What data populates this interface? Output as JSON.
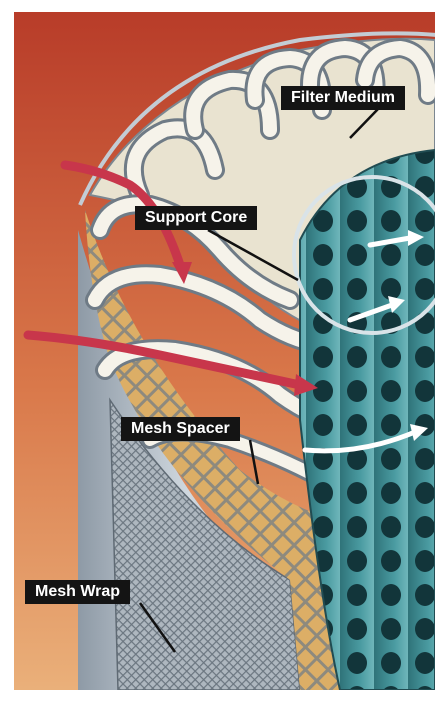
{
  "labels": {
    "filter_medium": "Filter Medium",
    "support_core": "Support Core",
    "mesh_spacer": "Mesh Spacer",
    "mesh_wrap": "Mesh Wrap"
  },
  "colors": {
    "background_top": "#c0452b",
    "background_bottom": "#e8a16a",
    "core": "#3f8f95",
    "core_hole": "#0f2a2e",
    "pleat_fill": "#f4f1e6",
    "pleat_edge": "#6e7b86",
    "mesh_fill": "#d4a25c",
    "shell": "#b9c3cc",
    "arrow_red": "#c8364b",
    "label_bg": "#141414",
    "label_text": "#ffffff"
  }
}
